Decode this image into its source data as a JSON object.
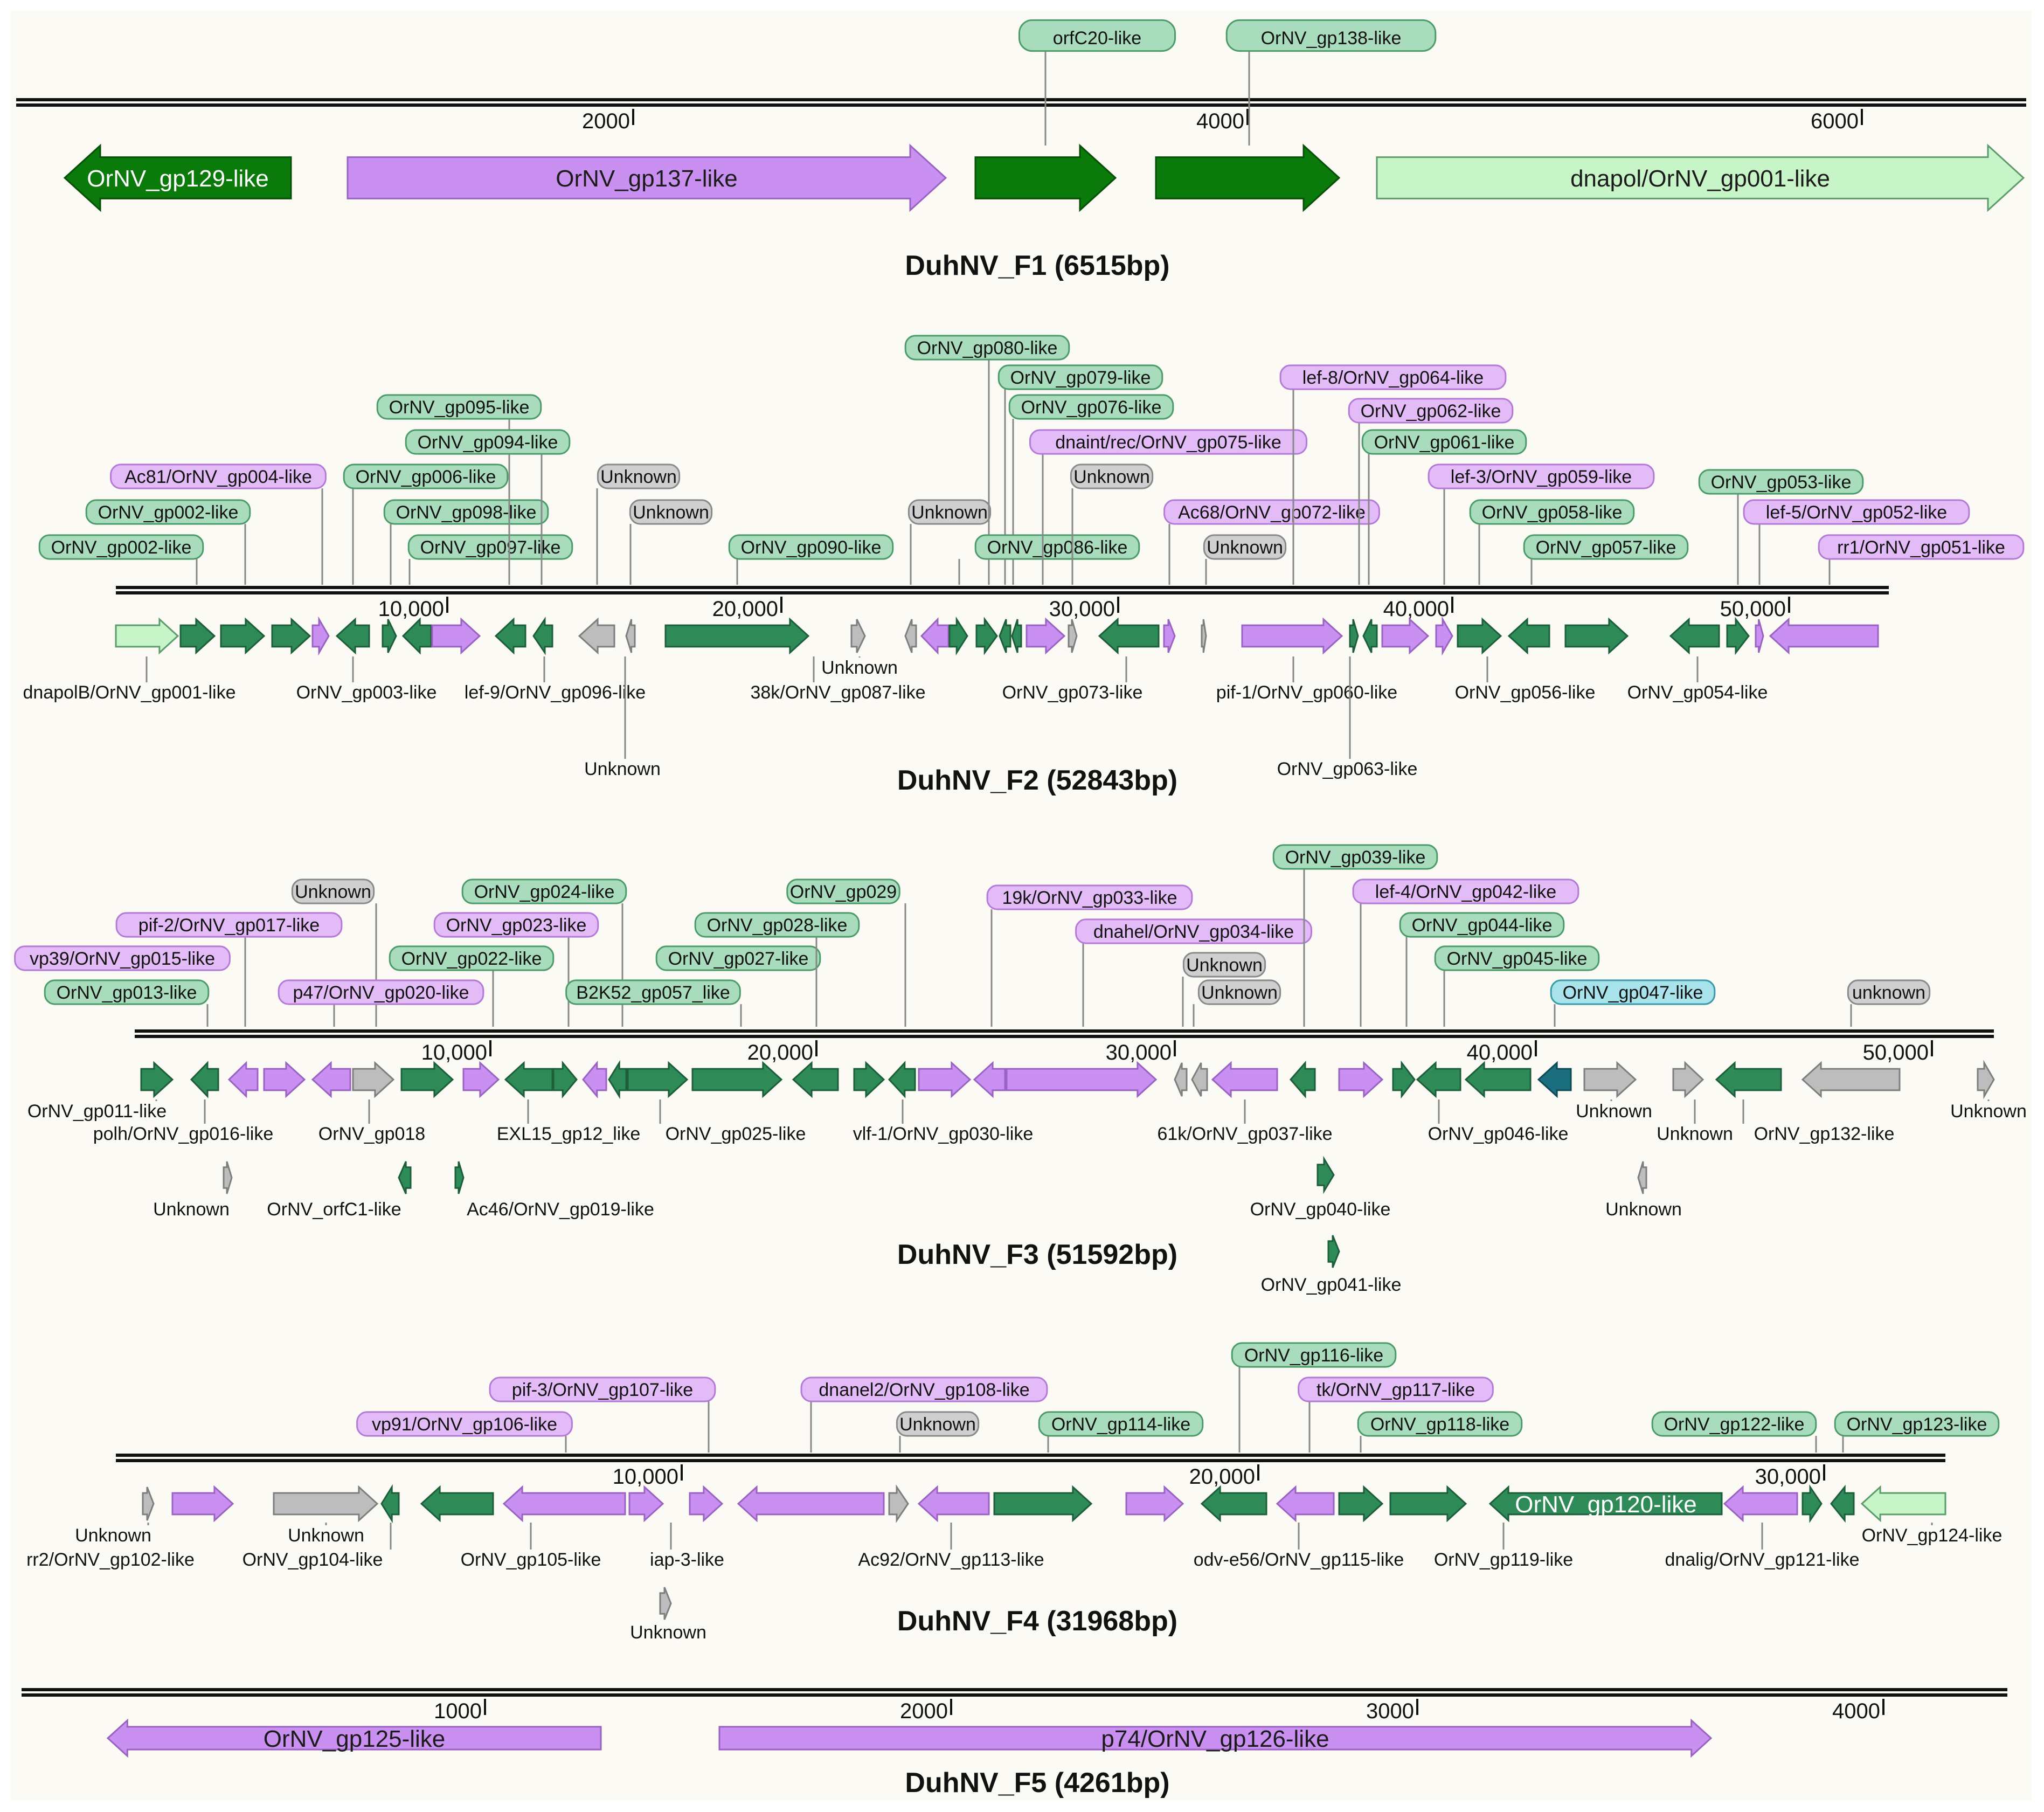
{
  "colors": {
    "dark_green": "#0a7a0a",
    "mid_green": "#2e8b57",
    "light_green": "#c8f5c8",
    "purple": "#c990f2",
    "gray": "#bdbdbd",
    "teal": "#1a6e7e",
    "tag_green_fill": "#a8dcbd",
    "tag_green_stroke": "#4c9c6a",
    "tag_purple_fill": "#e3bcf7",
    "tag_purple_stroke": "#b57ad8",
    "tag_gray_fill": "#cfcfcf",
    "tag_gray_stroke": "#8a8a8a",
    "tag_teal_fill": "#a8e2ea",
    "tag_teal_stroke": "#3a9aa8"
  },
  "tracks": [
    {
      "caption": "DuhNV_F1   (6515bp)",
      "ticks": [
        "2000",
        "4000",
        "6000"
      ],
      "genes": [
        {
          "label": "OrNV_gp129-like"
        },
        {
          "label": "OrNV_gp137-like"
        },
        {
          "label": ""
        },
        {
          "label": ""
        },
        {
          "label": "dnapol/OrNV_gp001-like"
        }
      ],
      "tags": [
        "orfC20-like",
        "OrNV_gp138-like"
      ],
      "below": []
    },
    {
      "caption": "DuhNV_F2   (52843bp)",
      "ticks": [
        "10,000",
        "20,000",
        "30,000",
        "40,000",
        "50,000"
      ],
      "genes": [],
      "tags": [
        "OrNV_gp002-like",
        "OrNV_gp002-like",
        "Ac81/OrNV_gp004-like",
        "OrNV_gp006-like",
        "OrNV_gp098-like",
        "OrNV_gp097-like",
        "OrNV_gp095-like",
        "OrNV_gp094-like",
        "Unknown",
        "Unknown",
        "OrNV_gp090-like",
        "Unknown",
        "OrNV_gp080-like",
        "OrNV_gp079-like",
        "OrNV_gp076-like",
        "OrNV_gp086-like",
        "dnaint/rec/OrNV_gp075-like",
        "Unknown",
        "Ac68/OrNV_gp072-like",
        "Unknown",
        "lef-8/OrNV_gp064-like",
        "OrNV_gp062-like",
        "OrNV_gp061-like",
        "lef-3/OrNV_gp059-like",
        "OrNV_gp058-like",
        "OrNV_gp057-like",
        "OrNV_gp053-like",
        "lef-5/OrNV_gp052-like",
        "rr1/OrNV_gp051-like"
      ],
      "below": [
        "dnapolB/OrNV_gp001-like",
        "OrNV_gp003-like",
        "lef-9/OrNV_gp096-like",
        "Unknown",
        "Unknown",
        "38k/OrNV_gp087-like",
        "OrNV_gp073-like",
        "pif-1/OrNV_gp060-like",
        "OrNV_gp063-like",
        "OrNV_gp056-like",
        "OrNV_gp054-like"
      ]
    },
    {
      "caption": "DuhNV_F3   (51592bp)",
      "ticks": [
        "10,000",
        "20,000",
        "30,000",
        "40,000",
        "50,000"
      ],
      "genes": [],
      "tags": [
        "OrNV_gp013-like",
        "vp39/OrNV_gp015-like",
        "pif-2/OrNV_gp017-like",
        "Unknown",
        "p47/OrNV_gp020-like",
        "OrNV_gp022-like",
        "OrNV_gp023-like",
        "OrNV_gp024-like",
        "B2K52_gp057_like",
        "OrNV_gp027-like",
        "OrNV_gp028-like",
        "OrNV_gp029",
        "19k/OrNV_gp033-like",
        "dnahel/OrNV_gp034-like",
        "Unknown",
        "Unknown",
        "OrNV_gp039-like",
        "lef-4/OrNV_gp042-like",
        "OrNV_gp044-like",
        "OrNV_gp045-like",
        "OrNV_gp047-like",
        "unknown"
      ],
      "below": [
        "OrNV_gp011-like",
        "polh/OrNV_gp016-like",
        "Unknown",
        "OrNV_orfC1-like",
        "OrNV_gp018",
        "EXL15_gp12_like",
        "Ac46/OrNV_gp019-like",
        "OrNV_gp025-like",
        "vlf-1/OrNV_gp030-like",
        "61k/OrNV_gp037-like",
        "OrNV_gp040-like",
        "OrNV_gp041-like",
        "OrNV_gp046-like",
        "Unknown",
        "Unknown",
        "Unknown",
        "OrNV_gp132-like",
        "Unknown"
      ]
    },
    {
      "caption": "DuhNV_F4   (31968bp)",
      "ticks": [
        "10,000",
        "20,000",
        "30,000"
      ],
      "genes": [
        {
          "label": "OrNV_gp120-like"
        }
      ],
      "tags": [
        "vp91/OrNV_gp106-like",
        "pif-3/OrNV_gp107-like",
        "dnanel2/OrNV_gp108-like",
        "Unknown",
        "OrNV_gp114-like",
        "OrNV_gp116-like",
        "tk/OrNV_gp117-like",
        "OrNV_gp118-like",
        "OrNV_gp122-like",
        "OrNV_gp123-like"
      ],
      "below": [
        "Unknown",
        "rr2/OrNV_gp102-like",
        "Unknown",
        "OrNV_gp104-like",
        "OrNV_gp105-like",
        "iap-3-like",
        "Unknown",
        "Ac92/OrNV_gp113-like",
        "odv-e56/OrNV_gp115-like",
        "OrNV_gp119-like",
        "dnalig/OrNV_gp121-like",
        "OrNV_gp124-like"
      ]
    },
    {
      "caption": "DuhNV_F5   (4261bp)",
      "ticks": [
        "1000",
        "2000",
        "3000",
        "4000"
      ],
      "genes": [
        {
          "label": "OrNV_gp125-like"
        },
        {
          "label": "p74/OrNV_gp126-like"
        }
      ],
      "tags": [],
      "below": []
    }
  ]
}
